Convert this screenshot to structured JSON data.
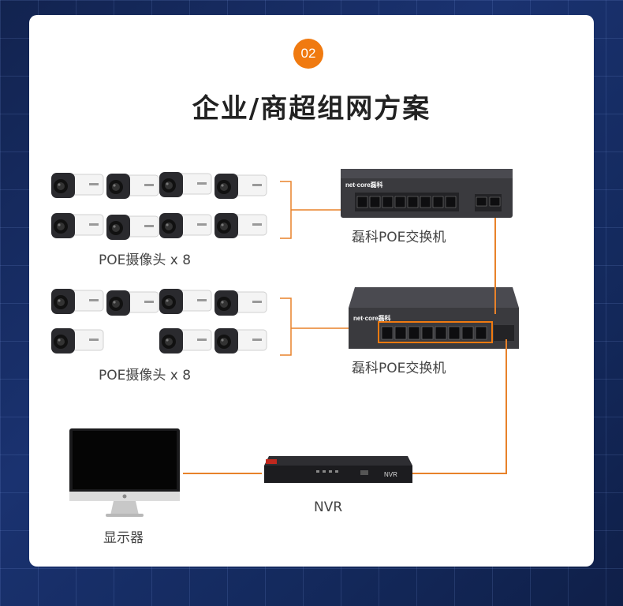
{
  "step_badge": "02",
  "title": "企业/商超组网方案",
  "camera_group_1": {
    "label": "POE摄像头 x 8",
    "count": 8
  },
  "camera_group_2": {
    "label": "POE摄像头 x 8",
    "count": 8
  },
  "switch_1": {
    "label": "磊科POE交换机",
    "brand": "net·core磊科"
  },
  "switch_2": {
    "label": "磊科POE交换机",
    "brand": "net·core磊科"
  },
  "nvr": {
    "label": "NVR",
    "panel_text": "NVR"
  },
  "monitor": {
    "label": "显示器"
  },
  "colors": {
    "accent": "#f07a10",
    "wire": "#e8822a",
    "background": "#1a3270"
  }
}
